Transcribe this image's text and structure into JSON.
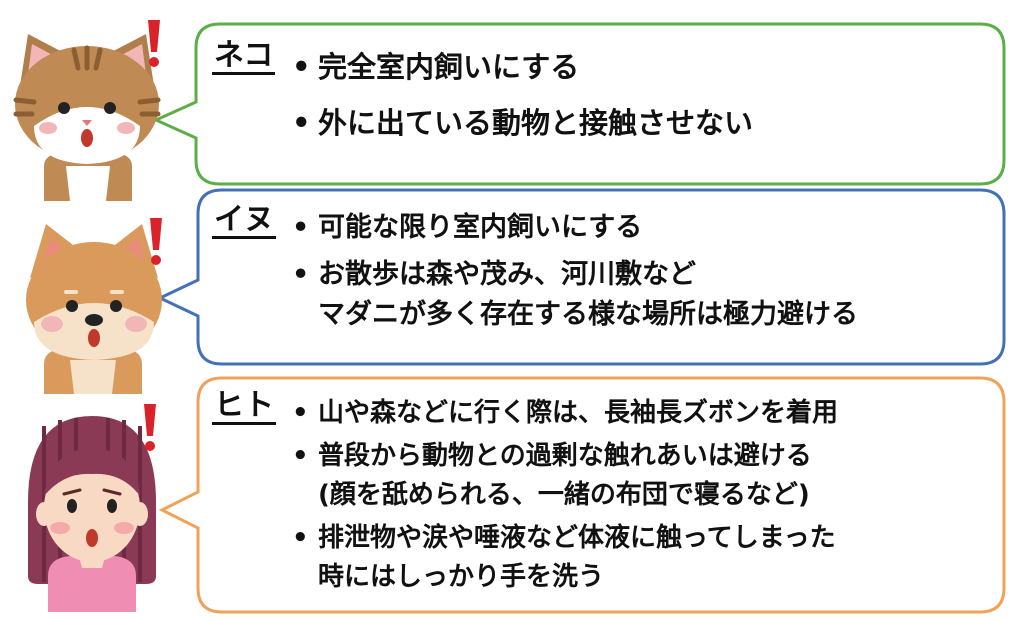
{
  "sections": [
    {
      "label": "ネコ",
      "color": "#5dae47",
      "items": [
        {
          "lines": [
            "完全室内飼いにする"
          ]
        },
        {
          "lines": [
            "外に出ている動物と接触させない"
          ]
        }
      ]
    },
    {
      "label": "イヌ",
      "color": "#4470b8",
      "items": [
        {
          "lines": [
            "可能な限り室内飼いにする"
          ]
        },
        {
          "lines": [
            "お散歩は森や茂み、河川敷など",
            "マダニが多く存在する様な場所は極力避ける"
          ]
        }
      ]
    },
    {
      "label": "ヒト",
      "color": "#f0a25a",
      "items": [
        {
          "lines": [
            "山や森などに行く際は、長袖長ズボンを着用"
          ]
        },
        {
          "lines": [
            "普段から動物との過剰な触れあいは避ける",
            "(顔を舐められる、一緒の布団で寝るなど)"
          ]
        },
        {
          "lines": [
            "排泄物や涙や唾液など体液に触ってしまった",
            "時にはしっかり手を洗う"
          ]
        }
      ]
    }
  ],
  "icons": {
    "cat": "cat-face-icon",
    "dog": "dog-face-icon",
    "person": "woman-face-icon",
    "exclaim": "exclamation-icon"
  },
  "colors": {
    "exclaim": "#d8232a",
    "text": "#111111"
  }
}
